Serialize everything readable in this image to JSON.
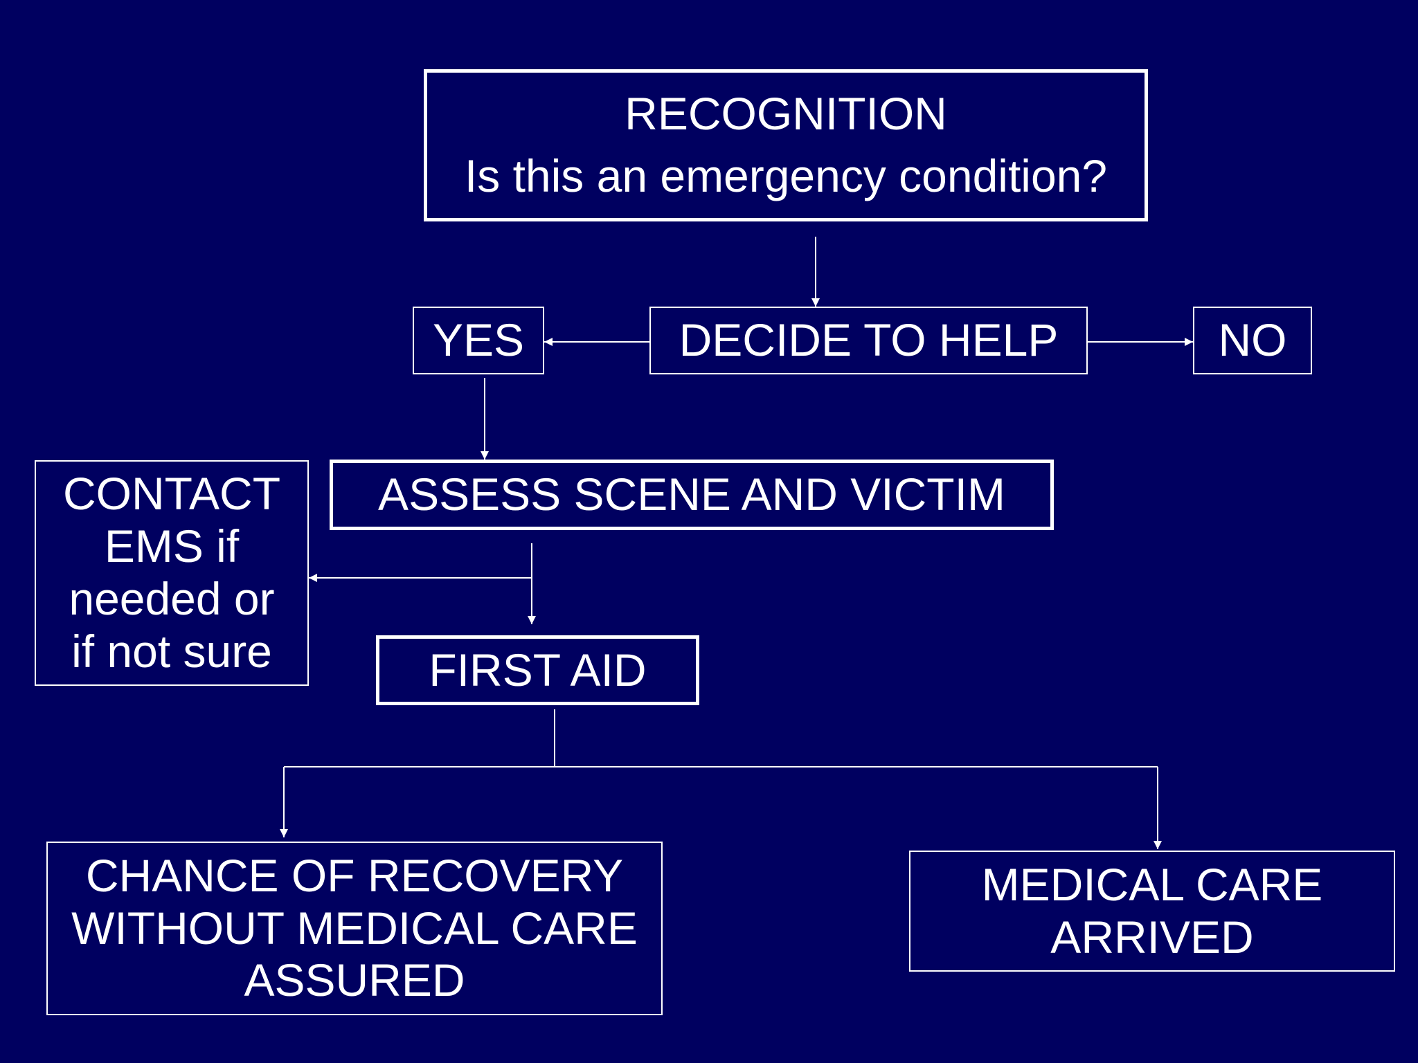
{
  "background_color": "#000060",
  "line_color": "#ffffff",
  "recognition": {
    "title": "RECOGNITION",
    "question": "Is this an emergency condition?"
  },
  "decide": {
    "label": "DECIDE TO HELP"
  },
  "yes": {
    "label": "YES"
  },
  "no": {
    "label": "NO"
  },
  "assess": {
    "label": "ASSESS SCENE AND VICTIM"
  },
  "contact": {
    "lines": [
      "CONTACT",
      "EMS if",
      "needed or",
      "if not sure"
    ]
  },
  "first_aid": {
    "label": "FIRST AID"
  },
  "recovery": {
    "lines": [
      "CHANCE OF RECOVERY",
      "WITHOUT MEDICAL CARE",
      "ASSURED"
    ]
  },
  "medical": {
    "lines": [
      "MEDICAL CARE",
      "ARRIVED"
    ]
  }
}
